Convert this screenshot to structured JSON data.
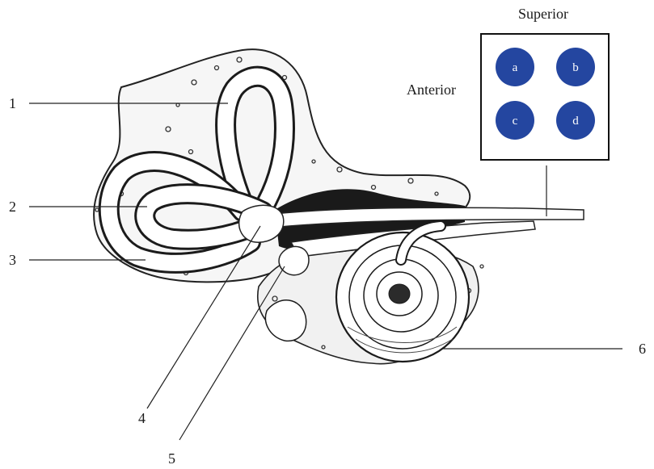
{
  "orientation": {
    "superior_label": "Superior",
    "anterior_label": "Anterior",
    "circles": [
      {
        "label": "a"
      },
      {
        "label": "b"
      },
      {
        "label": "c"
      },
      {
        "label": "d"
      }
    ],
    "circle_color": "#2446a0"
  },
  "callouts": [
    {
      "number": "1"
    },
    {
      "number": "2"
    },
    {
      "number": "3"
    },
    {
      "number": "4"
    },
    {
      "number": "5"
    },
    {
      "number": "6"
    }
  ]
}
